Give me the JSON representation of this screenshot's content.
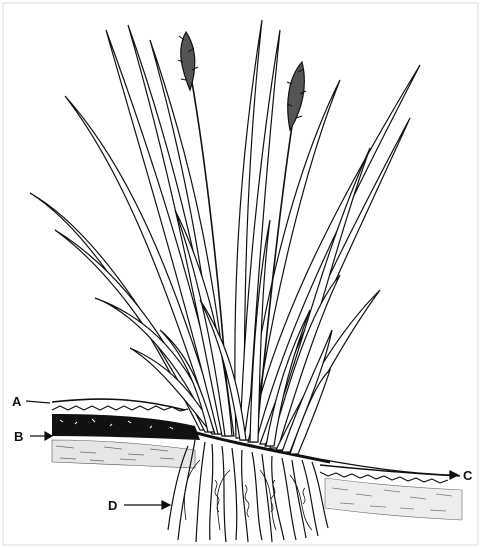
{
  "labels": {
    "a": "A",
    "b": "B",
    "c": "C",
    "d": "D"
  },
  "colors": {
    "ink": "#111111",
    "paper": "#ffffff",
    "soil_shade": "#cfcfcf"
  }
}
